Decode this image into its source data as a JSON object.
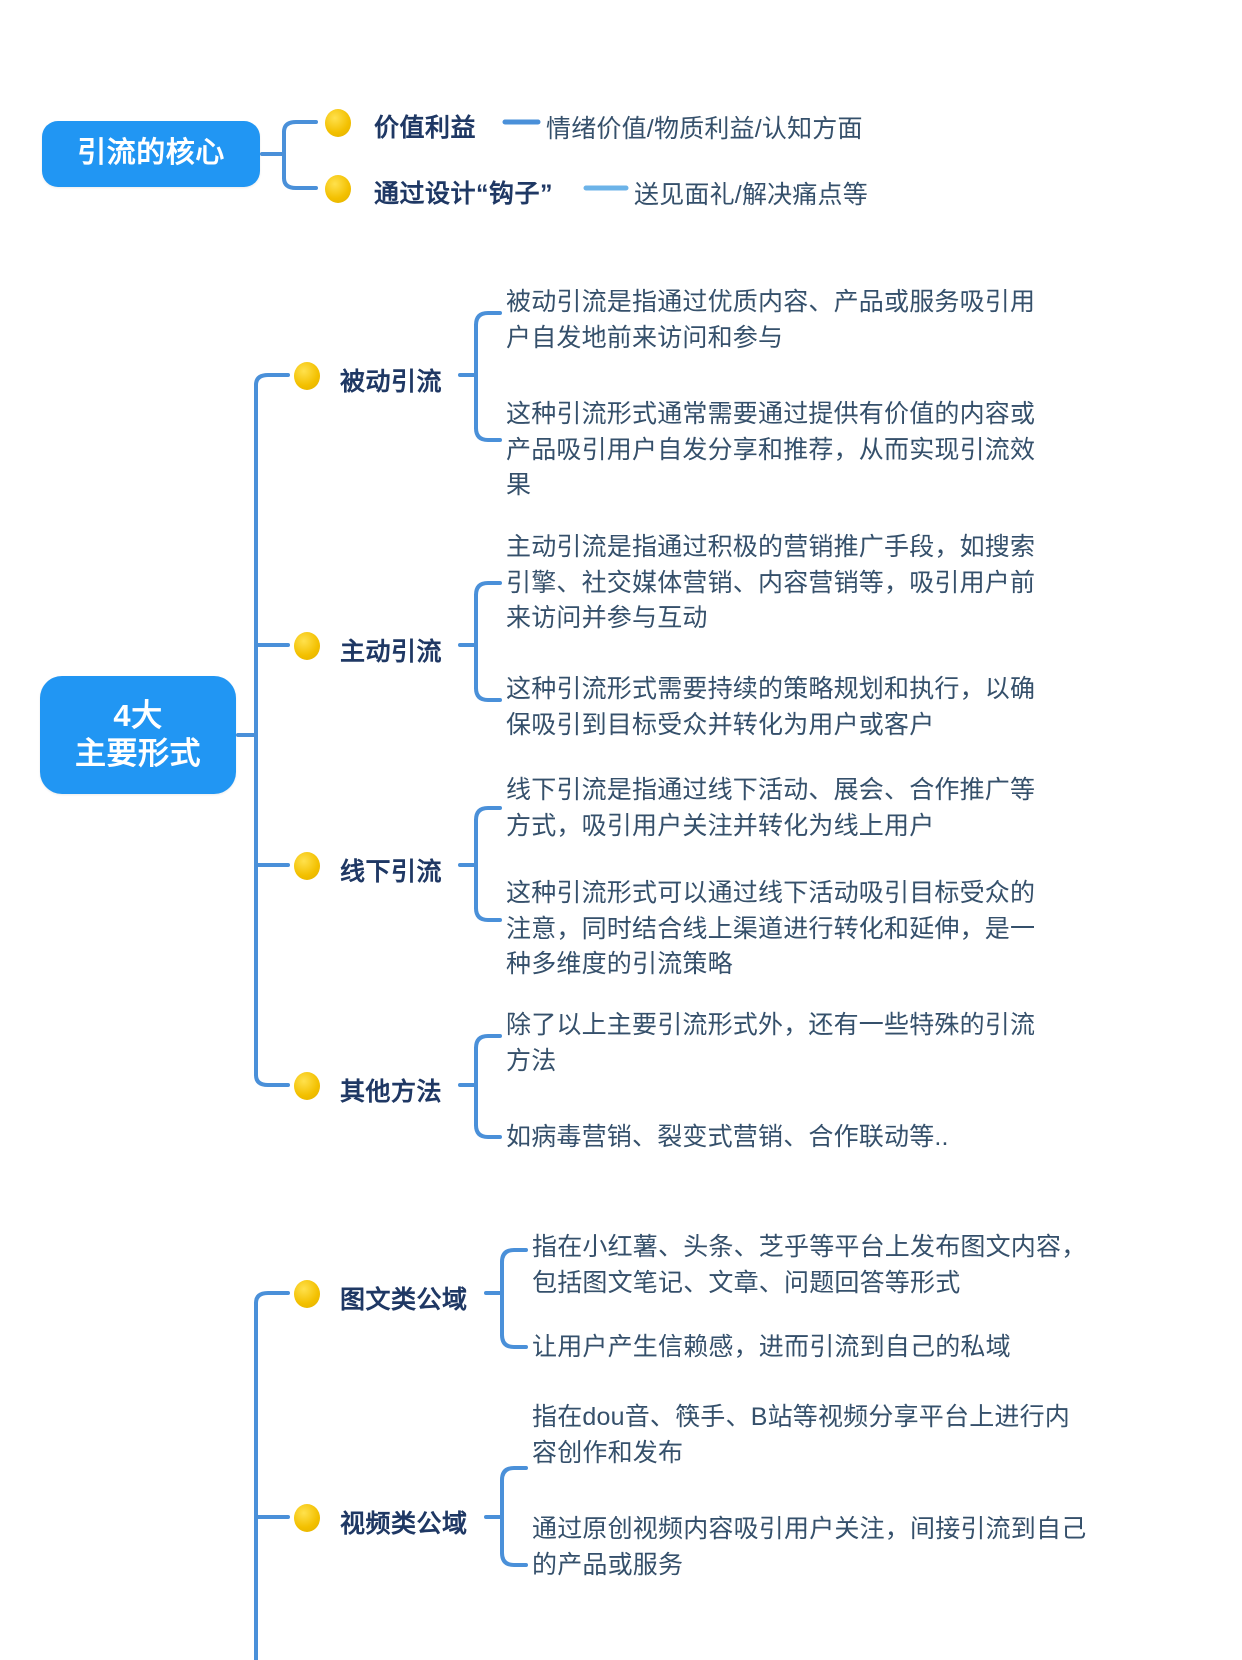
{
  "title": "引流思维导图",
  "colors": {
    "root_fill": "#2196f3",
    "root_text": "#ffffff",
    "bullet": "#f3c000",
    "connector": "#4a90d9",
    "label_text": "#1f3864",
    "leaf_text": "#35506b",
    "background": "#ffffff"
  },
  "sections": [
    {
      "id": "core",
      "root": {
        "label": "引流的核心",
        "lines": [
          "引流的核心"
        ]
      },
      "branches": [
        {
          "label": "价值利益",
          "bullet": "yellow-dot",
          "inline_leaf": "情绪价值/物质利益/认知方面"
        },
        {
          "label": "通过设计“钩子”",
          "bullet": "yellow-dot",
          "inline_leaf": "送见面礼/解决痛点等"
        }
      ]
    },
    {
      "id": "four-forms",
      "root": {
        "label": "4大主要形式",
        "lines": [
          "4大",
          "主要形式"
        ]
      },
      "branches": [
        {
          "label": "被动引流",
          "bullet": "yellow-dot",
          "leaves": [
            "被动引流是指通过优质内容、产品或服务吸引用户自发地前来访问和参与",
            "这种引流形式通常需要通过提供有价值的内容或产品吸引用户自发分享和推荐，从而实现引流效果"
          ]
        },
        {
          "label": "主动引流",
          "bullet": "yellow-dot",
          "leaves": [
            "主动引流是指通过积极的营销推广手段，如搜索引擎、社交媒体营销、内容营销等，吸引用户前来访问并参与互动",
            "这种引流形式需要持续的策略规划和执行，以确保吸引到目标受众并转化为用户或客户"
          ]
        },
        {
          "label": "线下引流",
          "bullet": "yellow-dot",
          "leaves": [
            "线下引流是指通过线下活动、展会、合作推广等方式，吸引用户关注并转化为线上用户",
            "这种引流形式可以通过线下活动吸引目标受众的注意，同时结合线上渠道进行转化和延伸，是一种多维度的引流策略"
          ]
        },
        {
          "label": "其他方法",
          "bullet": "yellow-dot",
          "leaves": [
            "除了以上主要引流形式外，还有一些特殊的引流方法",
            "如病毒营销、裂变式营销、合作联动等.."
          ]
        }
      ]
    },
    {
      "id": "public-domain",
      "root": null,
      "branches": [
        {
          "label": "图文类公域",
          "bullet": "yellow-dot",
          "leaves": [
            "指在小红薯、头条、芝乎等平台上发布图文内容，包括图文笔记、文章、问题回答等形式",
            "让用户产生信赖感，进而引流到自己的私域"
          ]
        },
        {
          "label": "视频类公域",
          "bullet": "yellow-dot",
          "leaves": [
            "指在dou音、筷手、B站等视频分享平台上进行内容创作和发布",
            "通过原创视频内容吸引用户关注，间接引流到自己的产品或服务"
          ]
        }
      ]
    }
  ]
}
